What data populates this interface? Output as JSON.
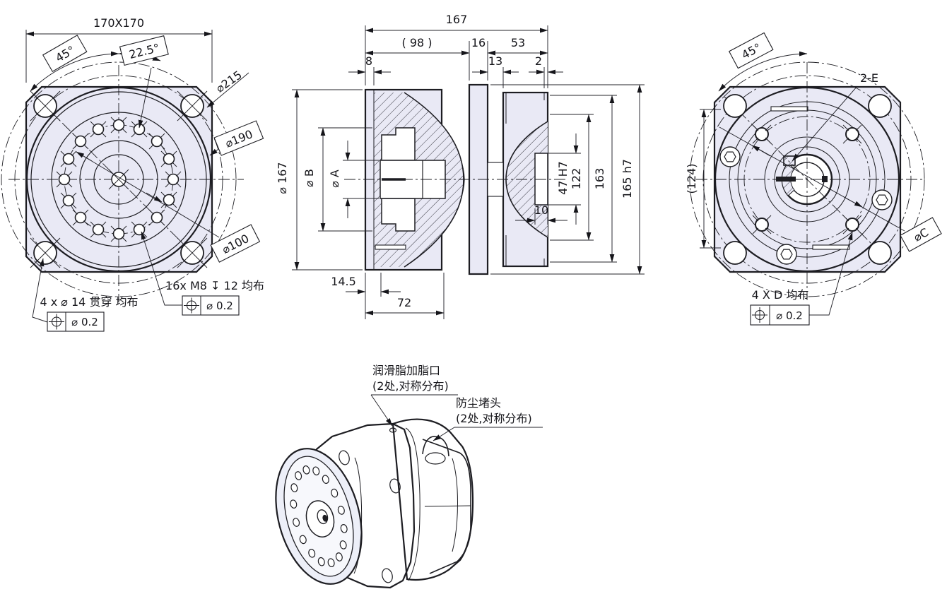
{
  "colors": {
    "line": "#1d1d22",
    "body_fill": "#e9e9f5"
  },
  "front_view": {
    "dim_square": "170X170",
    "dim_angle_45": "45°",
    "dim_angle_225": "22.5°",
    "dia_215": "⌀215",
    "dia_190": "⌀190",
    "dia_100": "⌀100",
    "tapped_note": "16x M8 ↧ 12 均布",
    "tapped_tol": "⌀ 0.2",
    "through_note": "4 x ⌀ 14 贯穿 均布",
    "through_tol": "⌀ 0.2"
  },
  "section_view": {
    "dim_total": "167",
    "dim_98": "( 98 )",
    "dim_16": "16",
    "dim_53": "53",
    "dim_8": "8",
    "dim_13": "13",
    "dim_2": "2",
    "dia_167": "⌀ 167",
    "dia_b": "⌀ B",
    "dia_a": "⌀ A",
    "bore_47": "47 H7",
    "dim_122": "122",
    "dim_163": "163",
    "dim_165": "165 h7",
    "dim_10": "10",
    "dim_14_5": "14.5",
    "dim_72": "72"
  },
  "rear_view": {
    "dim_angle_45": "45°",
    "label_2e": "2-E",
    "dim_124": "(124)",
    "dia_c": "⌀C",
    "holes_note": "4 X D 均布",
    "holes_tol": "⌀ 0.2"
  },
  "iso_view": {
    "grease_line1": "润滑脂加脂口",
    "grease_line2": "(2处,对称分布)",
    "plug_line1": "防尘堵头",
    "plug_line2": "(2处,对称分布)"
  }
}
